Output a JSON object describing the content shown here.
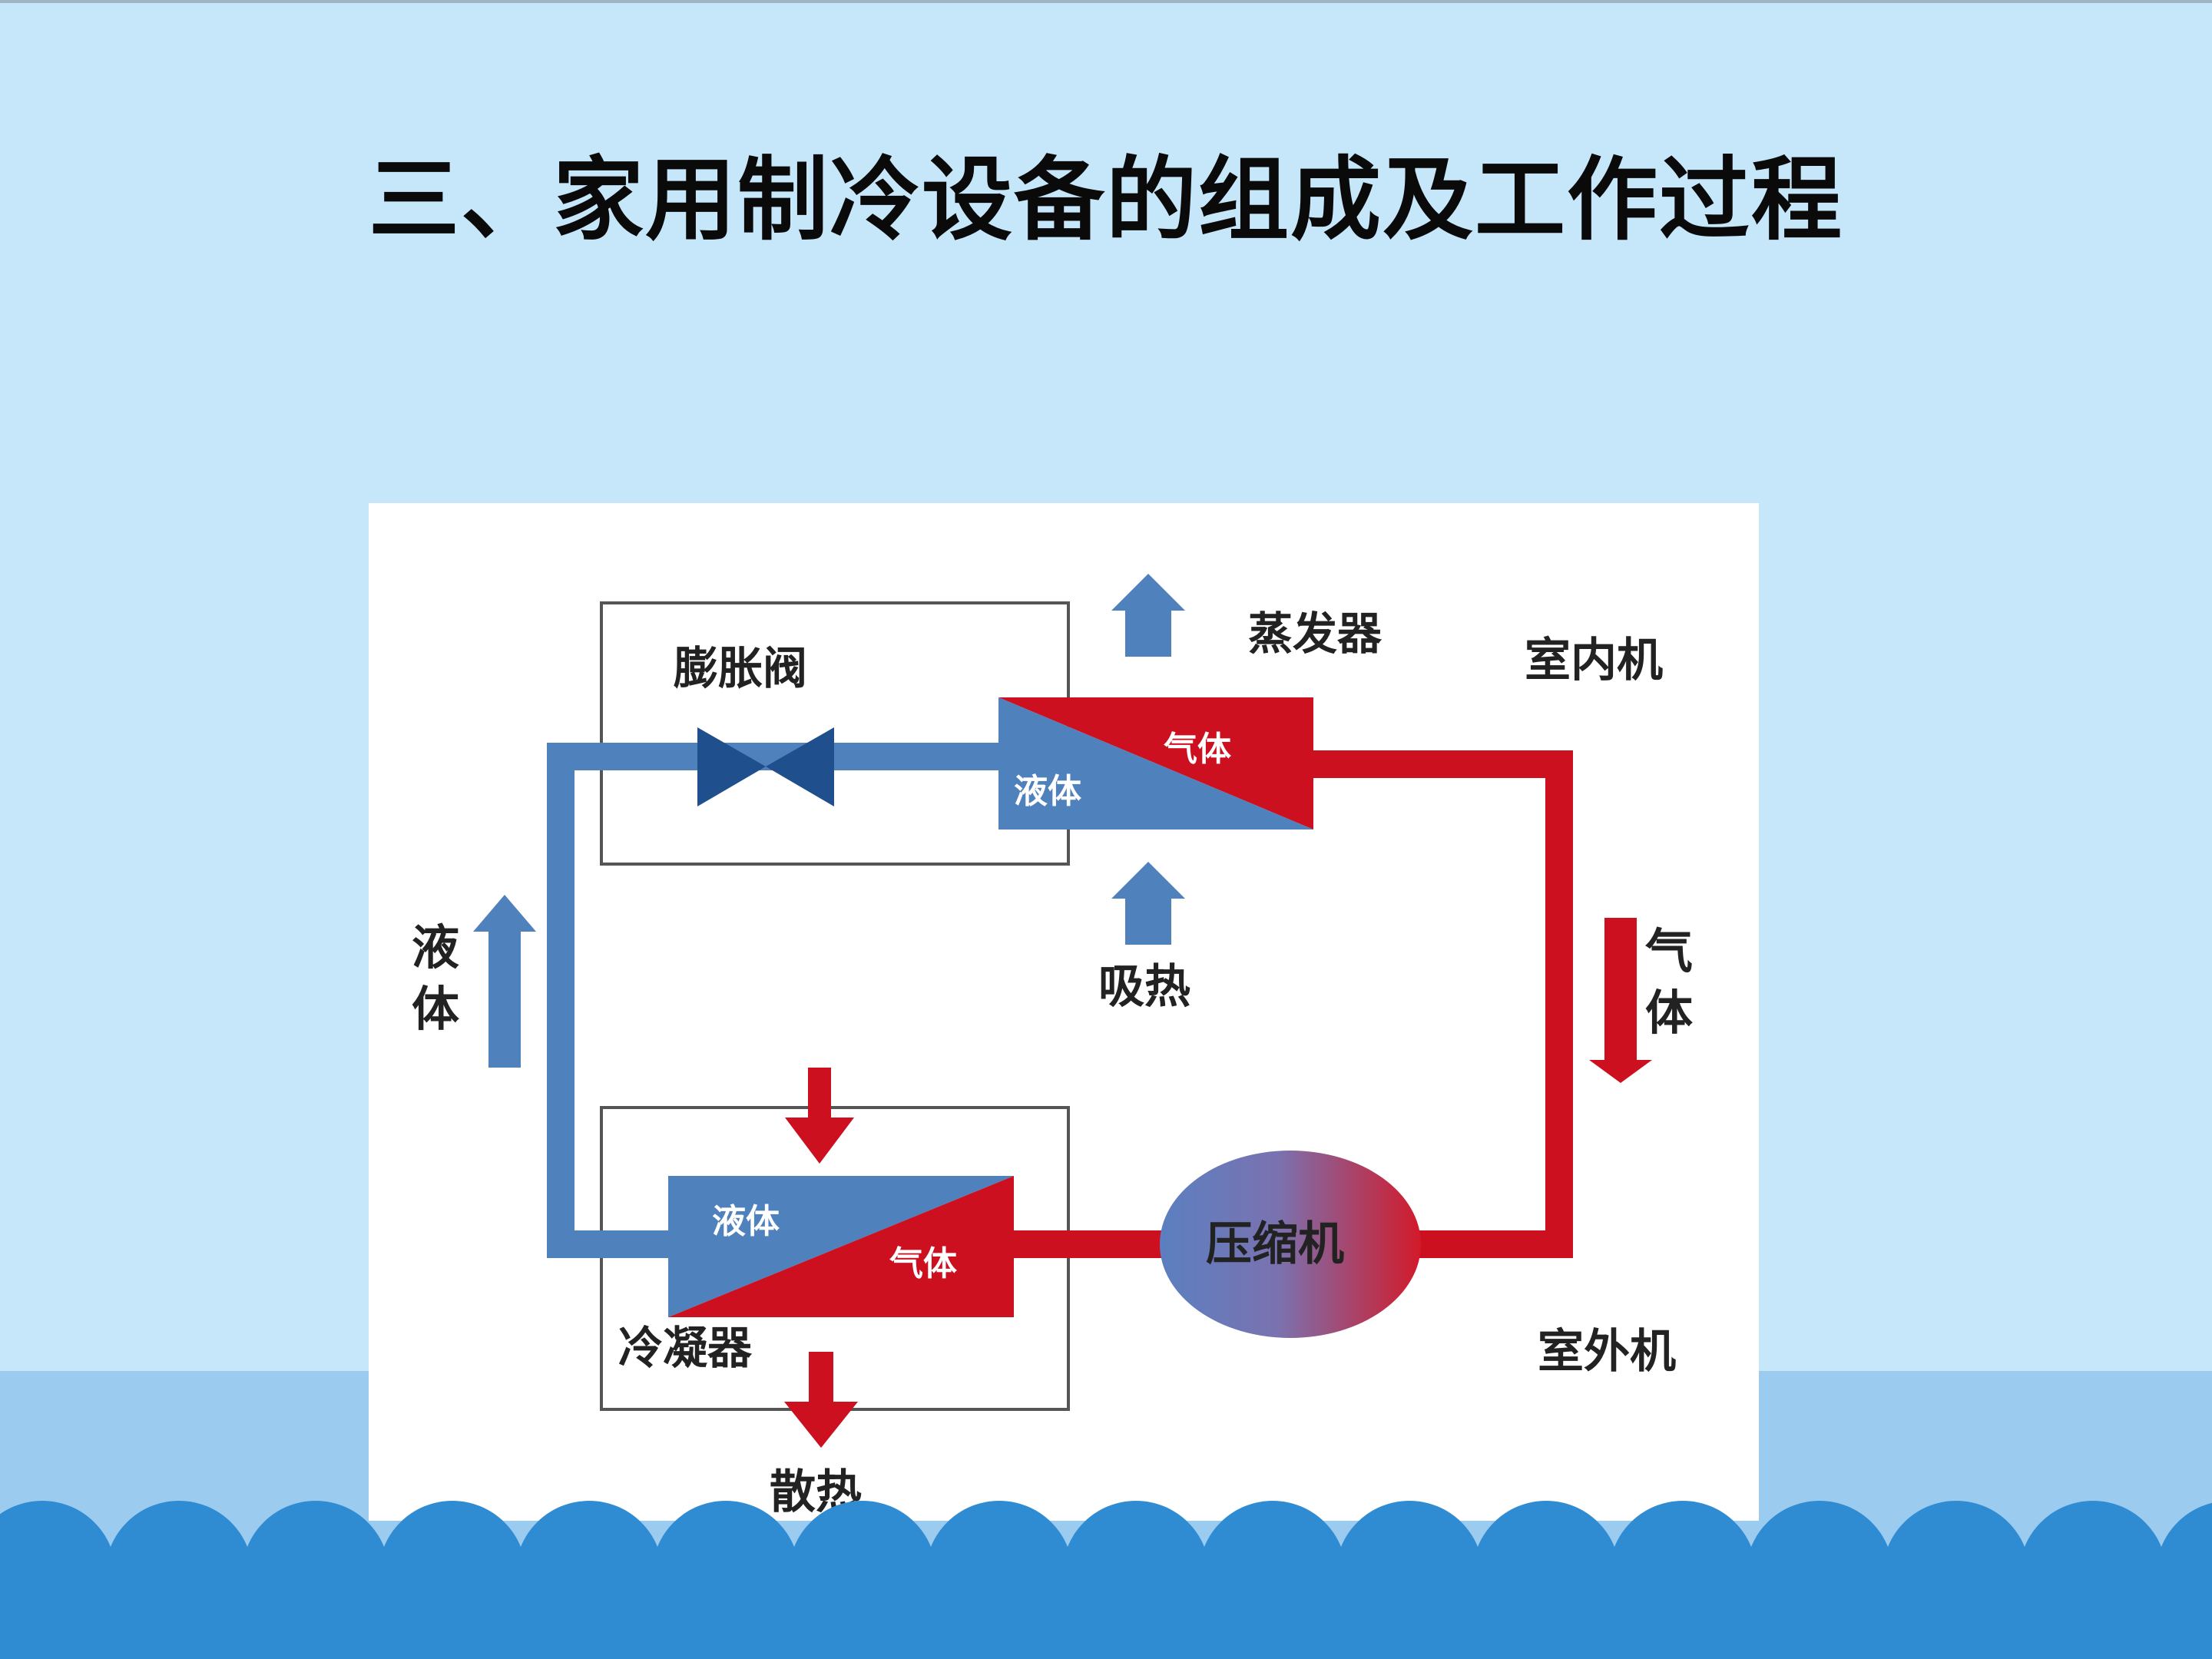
{
  "slide": {
    "title": "三、家用制冷设备的组成及工作过程"
  },
  "diagram": {
    "indoor_unit": "室内机",
    "outdoor_unit": "室外机",
    "expansion_valve": "膨胀阀",
    "evaporator": "蒸发器",
    "evaporator_liquid": "液体",
    "evaporator_gas": "气体",
    "absorb_heat": "吸热",
    "compressor": "压缩机",
    "condenser": "冷凝器",
    "condenser_liquid": "液体",
    "condenser_gas": "气体",
    "release_heat": "散热",
    "left_flow": {
      "char1": "液",
      "char2": "体"
    },
    "right_flow": {
      "char1": "气",
      "char2": "体"
    }
  },
  "colors": {
    "background": "#c6e6fa",
    "band": "#9ccbf0",
    "wave": "#2f8bd2",
    "cold_blue": "#4f81bd",
    "hot_red": "#cc1020",
    "valve": "#1f4f8c"
  }
}
